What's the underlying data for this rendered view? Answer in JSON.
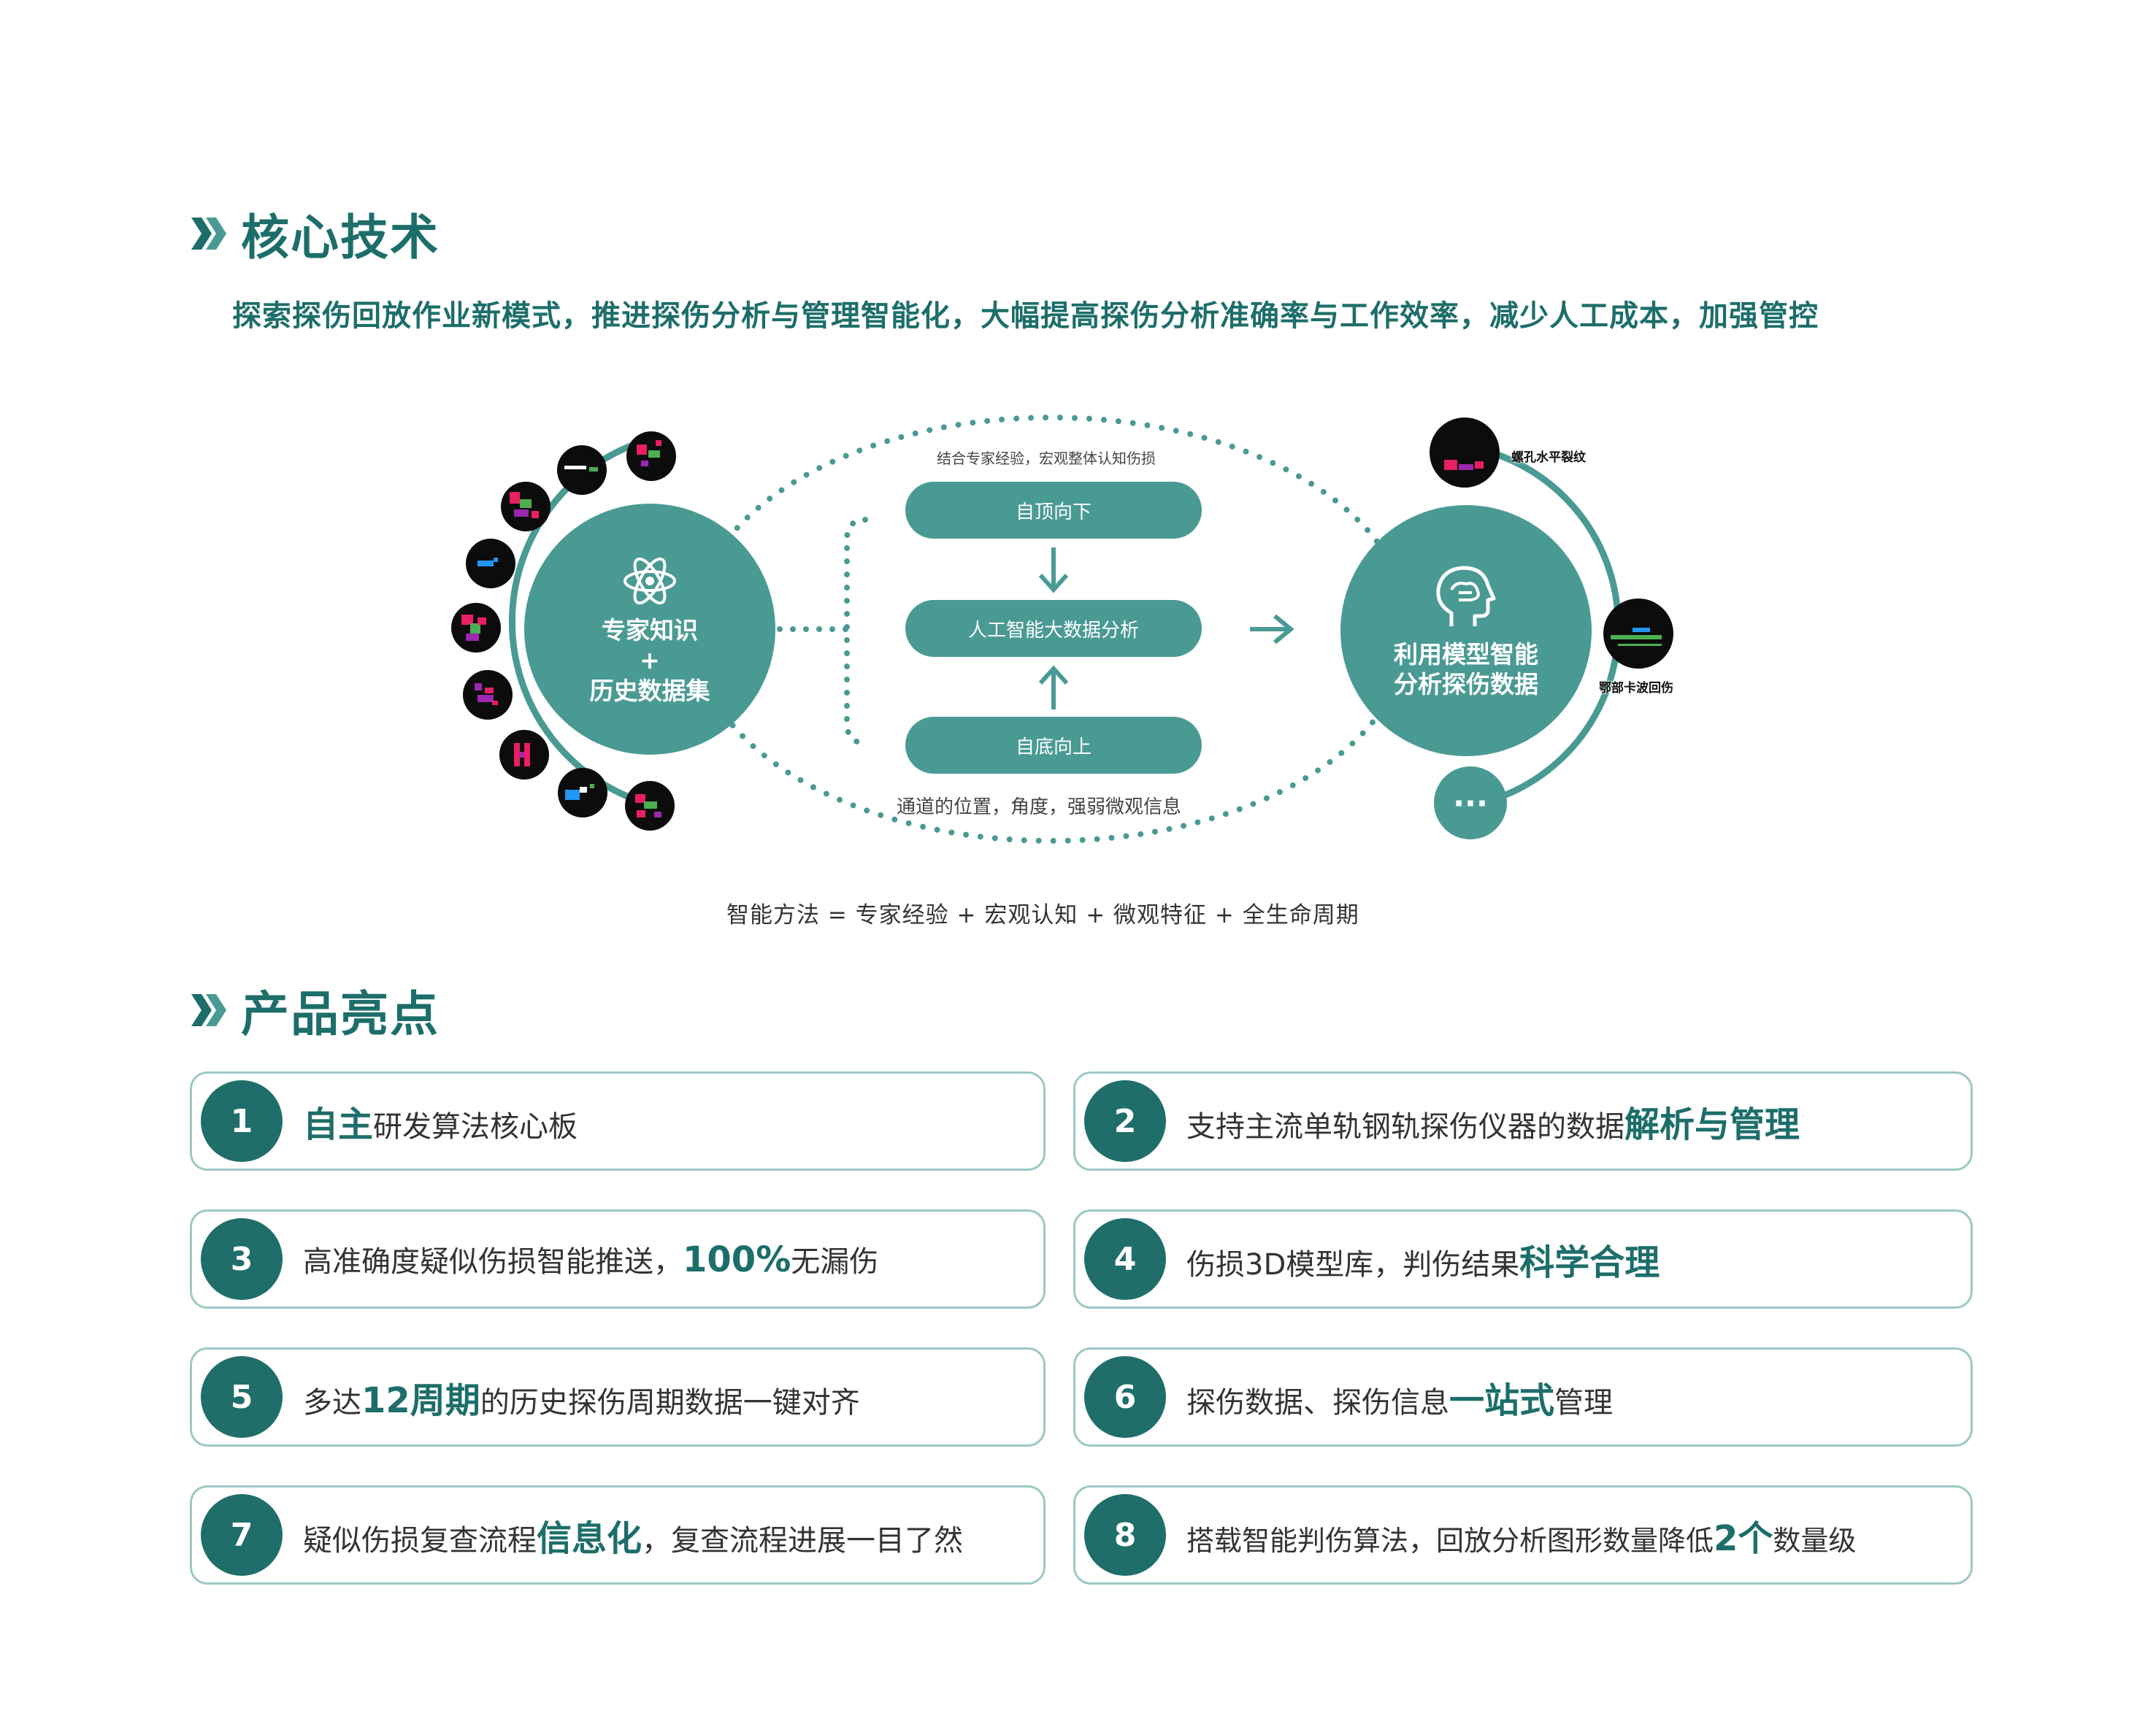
{
  "section1": {
    "title": "核心技术"
  },
  "subtitle": "探索探伤回放作业新模式，推进探伤分析与管理智能化，大幅提高探伤分析准确率与工作效率，减少人工成本，加强管控",
  "diagram": {
    "left_circle": {
      "line1": "专家知识",
      "plus": "+",
      "line2": "历史数据集",
      "icon": "atom-icon"
    },
    "top_note": "结合专家经验，宏观整体认知伤损",
    "pill_top": "自顶向下",
    "pill_mid": "人工智能大数据分析",
    "pill_bottom": "自底向上",
    "bottom_note": "通道的位置，角度，强弱微观信息",
    "right_circle": {
      "line1": "利用模型智能",
      "line2": "分析探伤数据",
      "icon": "brain-head-icon"
    },
    "tag_top": "螺孔水平裂纹",
    "tag_mid": "鄂部卡波回伤",
    "more_label": "···"
  },
  "formula": "智能方法 = 专家经验 + 宏观认知 + 微观特征 + 全生命周期",
  "section2": {
    "title": "产品亮点"
  },
  "highlights": [
    {
      "num": "1",
      "hl1": "自主",
      "rest1": "研发算法核心板",
      "hl2": "",
      "rest2": ""
    },
    {
      "num": "2",
      "rest0": "支持主流单轨钢轨探伤仪器的数据",
      "hl1": "解析与管理",
      "rest1": ""
    },
    {
      "num": "3",
      "rest0": "高准确度疑似伤损智能推送，",
      "hl1": "100%",
      "rest1": "无漏伤"
    },
    {
      "num": "4",
      "rest0": "伤损3D模型库，判伤结果",
      "hl1": "科学合理",
      "rest1": ""
    },
    {
      "num": "5",
      "rest0": "多达",
      "hl1": "12周期",
      "rest1": "的历史探伤周期数据一键对齐"
    },
    {
      "num": "6",
      "rest0": "探伤数据、探伤信息",
      "hl1": "一站式",
      "rest1": "管理"
    },
    {
      "num": "7",
      "rest0": "疑似伤损复查流程",
      "hl1": "信息化",
      "rest1": "，复查流程进展一目了然"
    },
    {
      "num": "8",
      "rest0": "搭载智能判伤算法，回放分析图形数量降低",
      "hl1": "2个",
      "rest1": "数量级"
    }
  ],
  "colors": {
    "accent": "#1d6e6a",
    "circle": "#4a9a94",
    "border": "#9cc9c6"
  }
}
